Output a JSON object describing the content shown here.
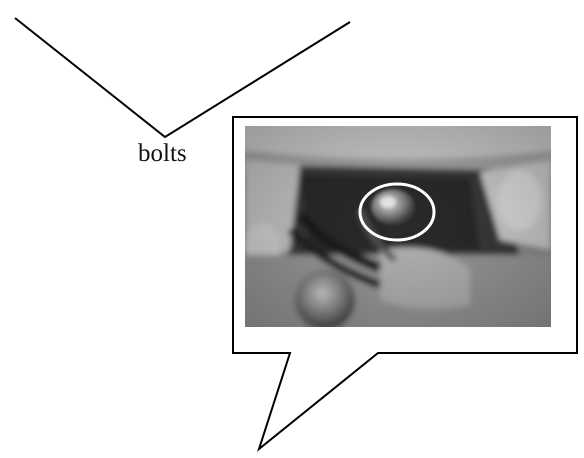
{
  "callout": {
    "label": "bolts"
  },
  "photo": {
    "subject": "bolt-head-in-engine-bay",
    "highlight": "white-circle",
    "tone": "grayscale"
  },
  "colors": {
    "line": "#000000",
    "highlight_ring": "#ffffff",
    "background": "#ffffff"
  }
}
